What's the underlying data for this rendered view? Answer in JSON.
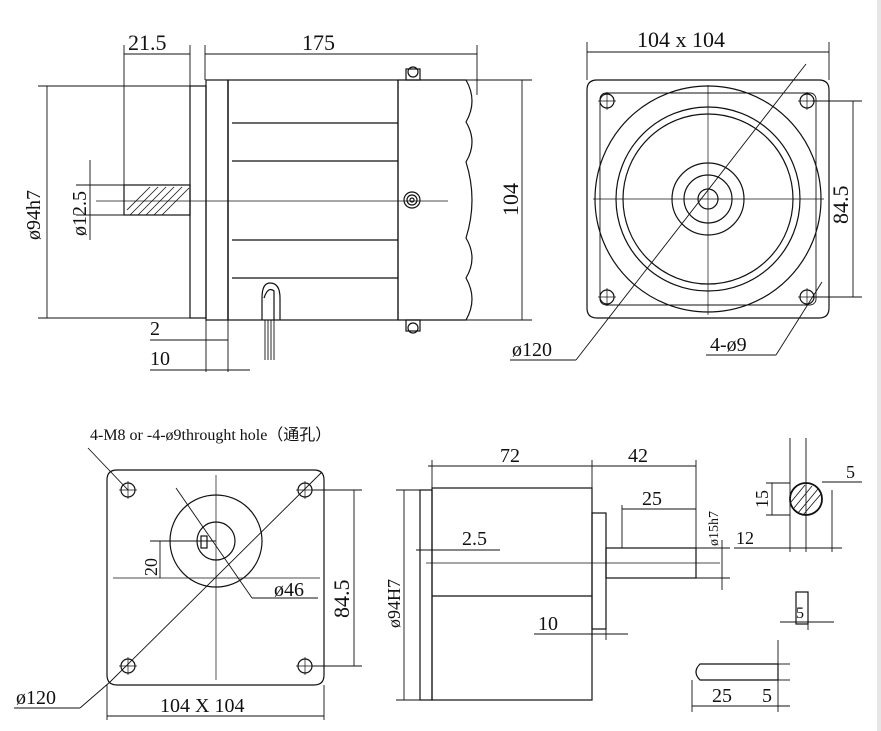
{
  "views": {
    "front_side": {
      "dims": {
        "shaft_length": "21.5",
        "body_length": "175",
        "pilot_diameter": "ø94h7",
        "shaft_diameter": "ø12.5",
        "body_height": "104",
        "flange_offset": "2",
        "flange_thickness": "10"
      }
    },
    "front_end": {
      "dims": {
        "square": "104 x 104",
        "bolt_spacing": "84.5",
        "bolt_circle": "ø120",
        "holes": "4-ø9"
      }
    },
    "gearbox_end": {
      "dims": {
        "note": "4-M8 or -4-ø9throught hole（通孔）",
        "offset": "20",
        "boss_diameter": "ø46",
        "bolt_spacing": "84.5",
        "bolt_circle": "ø120",
        "square": "104 X 104"
      }
    },
    "gearbox_side": {
      "dims": {
        "body_length": "72",
        "shaft_length": "42",
        "key_length": "25",
        "pilot_gap": "2.5",
        "pilot_diameter": "ø94H7",
        "shaft_diameter": "ø15h7",
        "collar": "10"
      }
    },
    "key_detail": {
      "dims": {
        "width": "5",
        "key_height": "15",
        "depth": "12",
        "key_width": "5",
        "key_len": "25",
        "key_thick": "5"
      }
    }
  }
}
